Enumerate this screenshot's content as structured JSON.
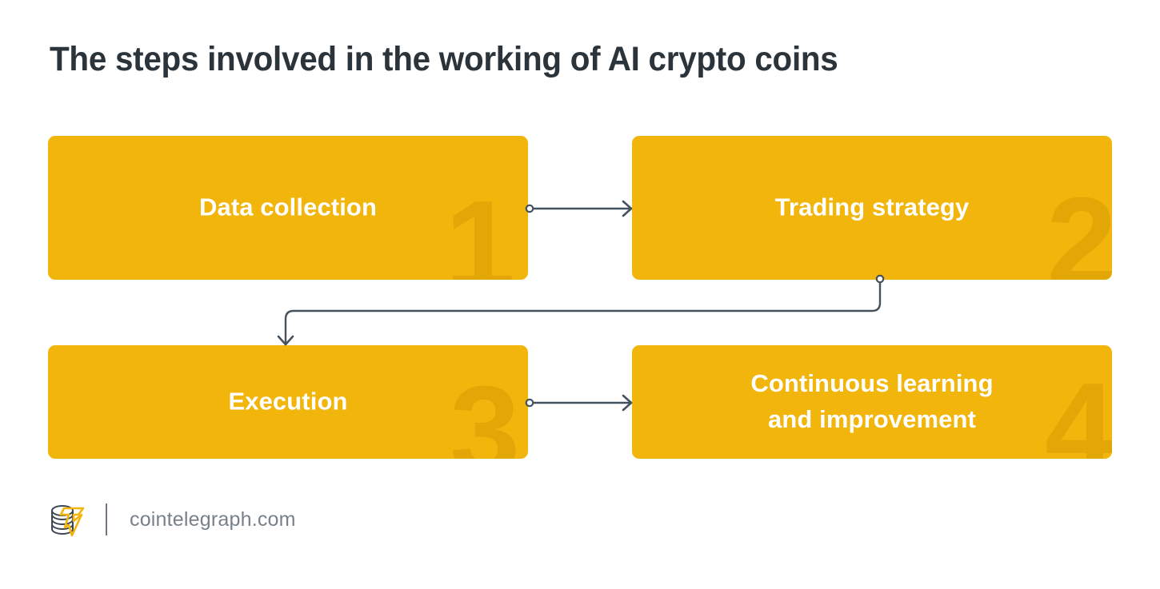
{
  "page": {
    "title": "The steps involved in the working of AI crypto coins",
    "background_color": "#ffffff",
    "accent_color": "#f2b50b",
    "text_color_dark": "#2b333b",
    "connector_color": "#44525e"
  },
  "steps": [
    {
      "number": "1",
      "label": "Data collection"
    },
    {
      "number": "2",
      "label": "Trading strategy"
    },
    {
      "number": "3",
      "label": "Execution"
    },
    {
      "number": "4",
      "label": "Continuous learning\nand improvement"
    }
  ],
  "steps_text": {
    "step1": "Data collection",
    "step2": "Trading strategy",
    "step3": "Execution",
    "step4_line1": "Continuous learning",
    "step4_line2": "and improvement"
  },
  "step_numbers": {
    "step1": "1",
    "step2": "2",
    "step3": "3",
    "step4": "4"
  },
  "connectors": [
    {
      "from": "Data collection",
      "to": "Trading strategy",
      "shape": "straight-right"
    },
    {
      "from": "Trading strategy",
      "to": "Execution",
      "shape": "elbow-down-left"
    },
    {
      "from": "Execution",
      "to": "Continuous learning and improvement",
      "shape": "straight-right"
    }
  ],
  "footer": {
    "brand": "cointelegraph.com",
    "logo_name": "cointelegraph-logo"
  }
}
